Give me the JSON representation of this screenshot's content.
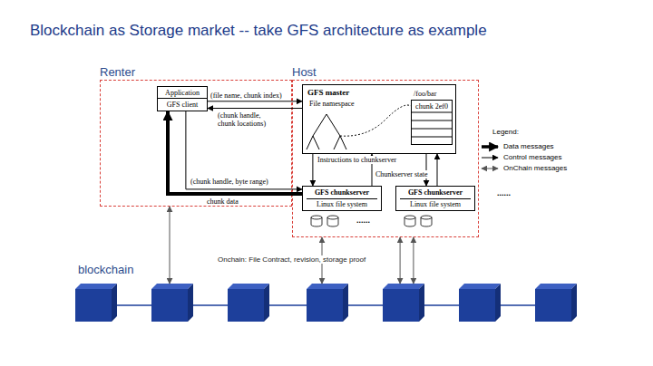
{
  "diagram": {
    "title": "Blockchain as Storage market -- take GFS architecture as example",
    "nodes": [
      {
        "text": [
          "Renter"
        ]
      },
      {
        "text": [
          "Application"
        ],
        "in": 0
      },
      {
        "text": [
          "GFS client"
        ],
        "in": 0
      },
      {
        "text": [
          "Host"
        ]
      },
      {
        "text": [
          "GFS master",
          "File namespace"
        ],
        "in": 3
      },
      {
        "text": [
          "/foo/bar",
          "chunk 2ef0"
        ],
        "in": 4
      },
      {
        "text": [
          "GFS chunkserver",
          "Linux file system"
        ],
        "in": 3
      },
      {
        "text": [
          "GFS chunkserver",
          "Linux file system"
        ],
        "in": 3
      },
      {
        "text": [
          "blockchain"
        ]
      }
    ],
    "edges": [
      {
        "from": 2,
        "to": 4,
        "label": "(file name, chunk index)",
        "arrow": "to"
      },
      {
        "from": 4,
        "to": 2,
        "label": "(chunk handle, chunk locations)",
        "arrow": "to"
      },
      {
        "from": 4,
        "to": 6,
        "label": "Instructions to chunkserver",
        "arrow": "to"
      },
      {
        "from": 6,
        "to": 4,
        "label": "Chunkserver state",
        "arrow": "to"
      },
      {
        "from": 4,
        "to": 7,
        "arrow": "to"
      },
      {
        "from": 7,
        "to": 4,
        "arrow": "to"
      },
      {
        "from": 2,
        "to": 6,
        "label": "(chunk handle, byte range)",
        "arrow": "to"
      },
      {
        "from": 6,
        "to": 2,
        "label": "chunk data",
        "arrow": "to"
      },
      {
        "from": 0,
        "to": 8,
        "arrow": "both"
      },
      {
        "from": 3,
        "to": 8,
        "arrow": "both"
      },
      {
        "from": 3,
        "to": 8,
        "arrow": "both"
      },
      {
        "from": 3,
        "to": 8,
        "arrow": "both"
      }
    ],
    "labels": [
      "......",
      "......",
      "Onchain: File Contract, revision, storage proof",
      "Legend:"
    ],
    "legend": [
      {
        "text": "Data messages"
      },
      {
        "text": "Control messages"
      },
      {
        "text": "OnChain messages"
      }
    ]
  }
}
